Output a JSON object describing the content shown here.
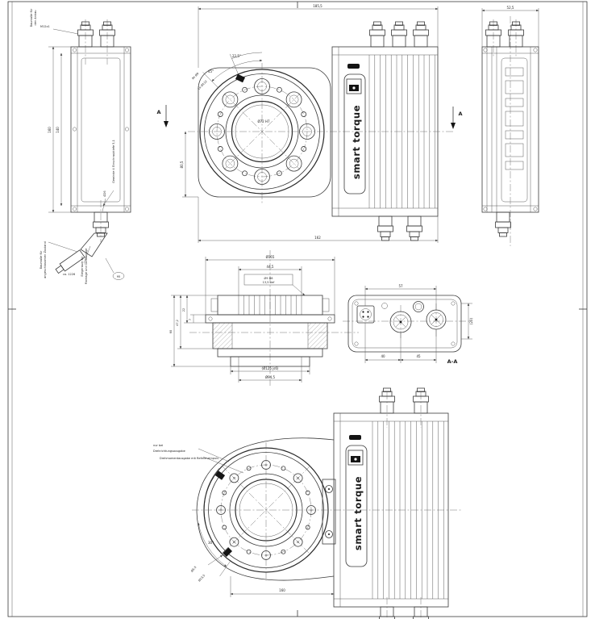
{
  "sheet": {
    "corner_note_1": "Baumaße für",
    "corner_note_2": "den Anbau"
  },
  "brand": {
    "logo_text": "smart torque"
  },
  "section_marks": {
    "arrow": "A",
    "label": "A-A"
  },
  "left_view": {
    "dim_height": "160",
    "dim_inner": "140",
    "gland_note": "M12x1",
    "thread_note": "Gewinde 4 Einschraubtiefe 5,1",
    "dia_note": "Ø26",
    "cable_length": "ca. 1226",
    "oval_label": "95",
    "note1_line1": "Baumaße für",
    "note1_line2": "angeschlossenen Zustand",
    "note2_line1": "Biegeraum für",
    "note2_line2": "Montage und Demontage"
  },
  "front_view": {
    "dim_top": "185,5",
    "dim_bottom": "162",
    "dim_left": "80,5",
    "angle1": "45°",
    "angle2": "22,5°",
    "holes_note": "8x Ø9",
    "bolt_circle_note": "Lk Ø112",
    "bore_note": "Ø72 H7"
  },
  "right_view": {
    "dim_top": "52,5"
  },
  "plan_view": {
    "dim_dia_outer": "Ø165",
    "dim_fins": "44,5",
    "hole_note_line1": "Ø9 H6",
    "hole_note_line2": "13,5 tief",
    "dim_total": "60",
    "dim_a": "47,2",
    "dim_b": "22",
    "dim_c": "7",
    "dim_dia_mid": "(Ø125 js6)",
    "dim_dia_small": "Ø94,5"
  },
  "section_view": {
    "label": "A-A",
    "dim_top": "57",
    "dim_right": "(20)",
    "dim_bottom_left": "40",
    "dim_bottom_right": "45"
  },
  "bottom_view": {
    "note_line1": "nur bei",
    "note_line2": "Drehrichtungsausgabe",
    "note_line3": "Drehmomentausgabe mit Referenzimpuls",
    "angle": "30°",
    "hole_small": "Ø5,5",
    "hole_large": "Ø13,5",
    "dim_bottom": "160"
  }
}
